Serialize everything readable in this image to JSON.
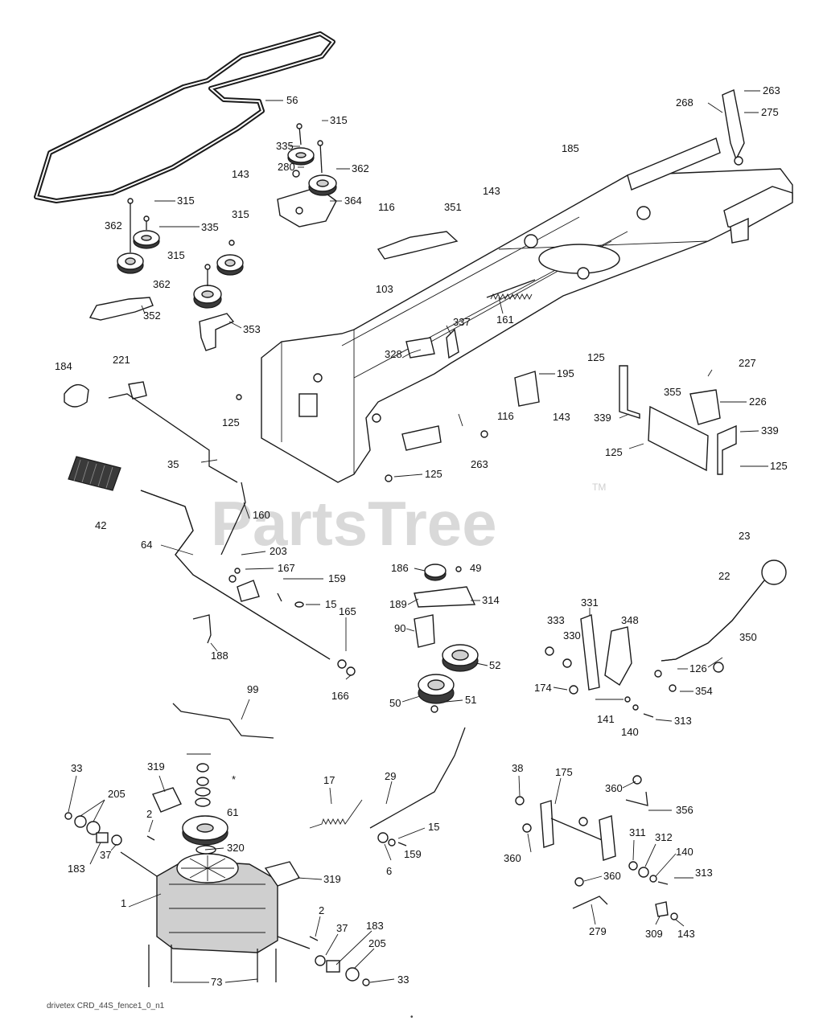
{
  "watermark": "PartsTree",
  "trademark": "TM",
  "footer": "drivetex CRD_44S_fence1_0_n1",
  "footer_mark": "•",
  "labels": {
    "c56": "56",
    "c315a": "315",
    "c335a": "335",
    "c280": "280",
    "c362a": "362",
    "c143a": "143",
    "c364": "364",
    "c268": "268",
    "c263a": "263",
    "c275": "275",
    "c185": "185",
    "c315b": "315",
    "c362b": "362",
    "c335b": "335",
    "c315c": "315",
    "c315d": "315",
    "c362c": "362",
    "c352": "352",
    "c353": "353",
    "c116a": "116",
    "c351": "351",
    "c143b": "143",
    "c103": "103",
    "c161": "161",
    "c337": "337",
    "c328": "328",
    "c184": "184",
    "c221": "221",
    "c125a": "125",
    "c35": "35",
    "c42": "42",
    "c160": "160",
    "c64": "64",
    "c203": "203",
    "c167": "167",
    "c159a": "159",
    "c15a": "15",
    "c165": "165",
    "c166": "166",
    "c188": "188",
    "c125b": "125",
    "c195": "195",
    "c143c": "143",
    "c116b": "116",
    "c263b": "263",
    "c125c": "125",
    "c227": "227",
    "c355": "355",
    "c226": "226",
    "c339a": "339",
    "c339b": "339",
    "c125d": "125",
    "c125e": "125",
    "c23": "23",
    "c22": "22",
    "c186": "186",
    "c49": "49",
    "c189": "189",
    "c314": "314",
    "c90": "90",
    "c52": "52",
    "c50": "50",
    "c51": "51",
    "c331": "331",
    "c333": "333",
    "c330": "330",
    "c348": "348",
    "c350": "350",
    "c126": "126",
    "c174": "174",
    "c354": "354",
    "c141": "141",
    "c140a": "140",
    "c313a": "313",
    "c99": "99",
    "c33a": "33",
    "c319a": "319",
    "c205a": "205",
    "c2a": "2",
    "c61": "61",
    "c183a": "183",
    "c37a": "37",
    "c320": "320",
    "c1": "1",
    "c319b": "319",
    "c2b": "2",
    "c37b": "37",
    "c183b": "183",
    "c205b": "205",
    "c33b": "33",
    "c73": "73",
    "c17": "17",
    "c29": "29",
    "c15b": "15",
    "c159b": "159",
    "c6": "6",
    "c38": "38",
    "c175": "175",
    "c360a": "360",
    "c356": "356",
    "c360b": "360",
    "c311": "311",
    "c312": "312",
    "c140b": "140",
    "c313b": "313",
    "c360c": "360",
    "c279": "279",
    "c309": "309",
    "c143d": "143",
    "star": "*"
  }
}
